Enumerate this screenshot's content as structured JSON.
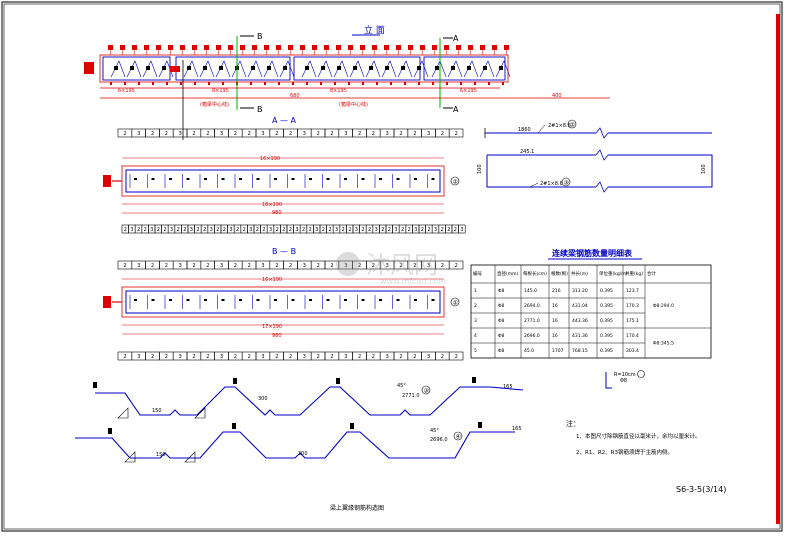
{
  "drawing": {
    "title_elevation": "立 面",
    "section_a_label": "A — A",
    "section_b_label": "B — B",
    "cut_marker_b": "B",
    "cut_marker_a": "A",
    "elev_dims": [
      "6×195",
      "8×195",
      "8×195",
      "6×195"
    ],
    "elev_total": "680",
    "span_dim": "400",
    "joint_text_1": "(箱梁中心线)",
    "joint_text_2": "(箱梁中心线)",
    "sec_a_top_dim": "16×190",
    "sec_a_bottom_dim": "18×190",
    "sec_a_total": "980",
    "sec_b_top_dim": "16×190",
    "sec_b_bottom_dim": "17×190",
    "sec_b_total": "980",
    "cell_values": [
      "2",
      "3",
      "2",
      "2",
      "3",
      "2",
      "2",
      "3",
      "2",
      "2",
      "3",
      "2",
      "2",
      "3",
      "2",
      "2",
      "3",
      "2",
      "2",
      "3",
      "2",
      "2",
      "3",
      "2",
      "2"
    ],
    "right_det_top_label": "1860",
    "right_det_callout": "2#1×8.6",
    "right_det_left_label": "245.1",
    "right_det_side_label": "100",
    "right_det_note": "2#1×8.6",
    "circle_1": "①",
    "circle_2": "②",
    "circle_3": "③",
    "circle_4": "④"
  },
  "table": {
    "title": "连续梁钢筋数量明细表",
    "headers": [
      "编号",
      "直径(mm)",
      "每根长(cm)",
      "根数(根)",
      "共长(m)",
      "单位重(kg/m)",
      "共重(kg)",
      "合计"
    ],
    "rows": [
      [
        "1",
        "Φ8",
        "145.0",
        "216",
        "313.20",
        "0.395",
        "123.7",
        ""
      ],
      [
        "2",
        "Φ8",
        "2694.0",
        "16",
        "431.04",
        "0.395",
        "170.3",
        "Φ8:294.0"
      ],
      [
        "3",
        "Φ8",
        "2771.0",
        "16",
        "443.36",
        "0.395",
        "175.1",
        ""
      ],
      [
        "4",
        "Φ8",
        "2696.0",
        "16",
        "431.36",
        "0.395",
        "170.4",
        "Φ8:345.5"
      ],
      [
        "5",
        "Φ8",
        "45.0",
        "1707",
        "768.15",
        "0.395",
        "303.4",
        ""
      ]
    ],
    "merged_total_1": "Φ8:294.0",
    "merged_total_2": "Φ8:345.5"
  },
  "bent_bars": {
    "row1_labels": [
      "150",
      "300",
      "45°",
      "2771.0",
      "165"
    ],
    "row2_labels": [
      "150",
      "300",
      "45°",
      "2696.0",
      "165"
    ]
  },
  "small_detail": {
    "label": "R=10cm",
    "sub": "Φ8"
  },
  "notes": {
    "heading": "注：",
    "lines": [
      "1、本图尺寸除钢筋直径以毫米计，余均以厘米计。",
      "2、R1、R2、R3钢筋须焊于主筋内侧。"
    ]
  },
  "title_block": {
    "drawing_name": "梁上翼缘钢筋构造图",
    "sheet_no": "S6-3-5(3/14)"
  },
  "watermark": {
    "text": "沐风网",
    "url": "www.mfcad.com"
  },
  "colors": {
    "red": "#e00000",
    "blue": "#0000c8",
    "green": "#00b000",
    "black": "#000000"
  }
}
